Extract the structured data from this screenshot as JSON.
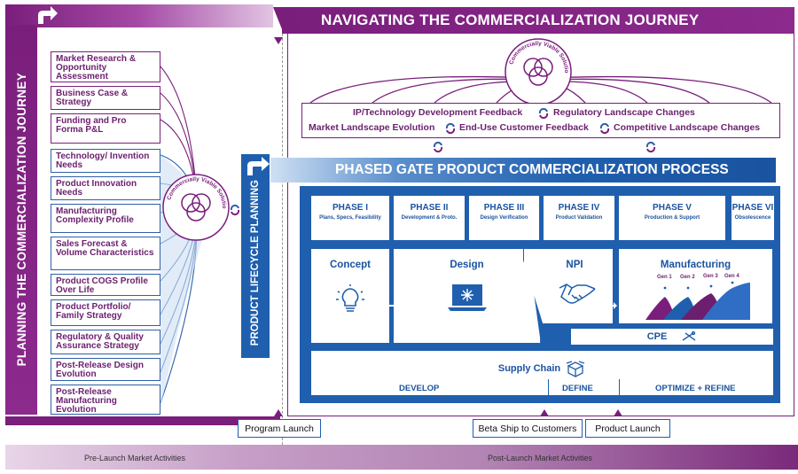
{
  "header": {
    "title": "NAVIGATING THE COMMERCIALIZATION JOURNEY"
  },
  "planning": {
    "title": "PLANNING THE COMMERCIALIZATION JOURNEY"
  },
  "left_items": [
    "Market Research & Opportunity Assessment",
    "Business Case & Strategy",
    "Funding and Pro Forma P&L",
    "Technology/ Invention Needs",
    "Product Innovation Needs",
    "Manufacturing Complexity Profile",
    "Sales Forecast & Volume Characteristics",
    "Product COGS Profile Over Life",
    "Product Portfolio/ Family Strategy",
    "Regulatory & Quality Assurance Strategy",
    "Post-Release Design Evolution",
    "Post-Release Manufacturing Evolution"
  ],
  "viable_space": {
    "label": "Commercially Viable Solution Space"
  },
  "feedback": {
    "row1": [
      "IP/Technology Development Feedback",
      "Regulatory Landscape Changes"
    ],
    "row2": [
      "Market Landscape Evolution",
      "End-Use Customer Feedback",
      "Competitive Landscape Changes"
    ]
  },
  "process": {
    "title": "PHASED GATE PRODUCT COMMERCIALIZATION PROCESS"
  },
  "plc": {
    "label": "PRODUCT LIFECYCLE PLANNING"
  },
  "phases": [
    {
      "title": "PHASE I",
      "sub": "Plans, Specs, Feasibility"
    },
    {
      "title": "PHASE II",
      "sub": "Development & Proto."
    },
    {
      "title": "PHASE III",
      "sub": "Design Verification"
    },
    {
      "title": "PHASE IV",
      "sub": "Product Validation"
    },
    {
      "title": "PHASE V",
      "sub": "Production & Support"
    },
    {
      "title": "PHASE VI",
      "sub": "Obsolescence"
    }
  ],
  "stages": {
    "concept": "Concept",
    "design": "Design",
    "npi": "NPI",
    "manufacturing": "Manufacturing",
    "cpe": "CPE",
    "supply_chain": "Supply Chain"
  },
  "generations": [
    "Gen 1",
    "Gen 2",
    "Gen 3",
    "Gen 4"
  ],
  "bottom_labels": {
    "develop": "DEVELOP",
    "define": "DEFINE",
    "optimize": "OPTIMIZE + REFINE"
  },
  "milestones": {
    "program_launch": "Program Launch",
    "beta_ship": "Beta Ship to Customers",
    "product_launch": "Product Launch"
  },
  "footer": {
    "pre": "Pre-Launch Market Activities",
    "post": "Post-Launch Market Activities"
  },
  "colors": {
    "purple": "#7a1e7c",
    "blue": "#1f5fae"
  }
}
